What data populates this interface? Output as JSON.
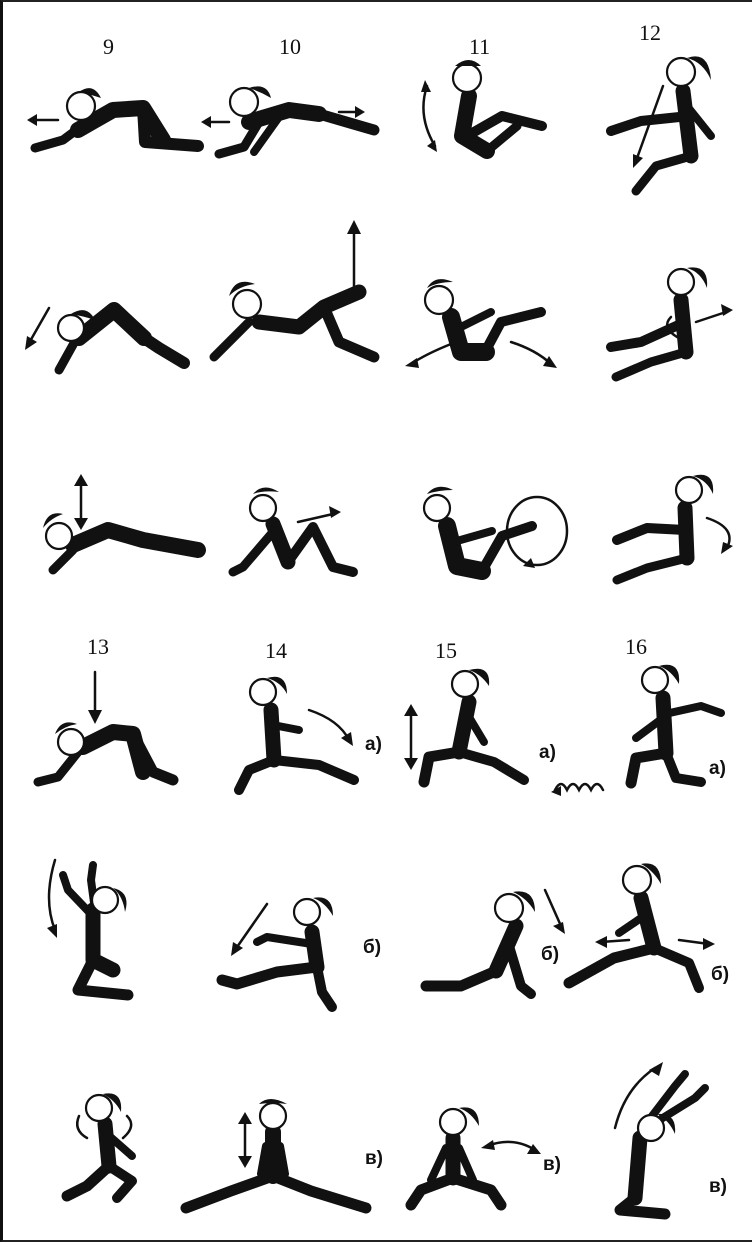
{
  "exercise_numbers": {
    "n9": "9",
    "n10": "10",
    "n11": "11",
    "n12": "12",
    "n13": "13",
    "n14": "14",
    "n15": "15",
    "n16": "16"
  },
  "variant_labels": {
    "ex14_a": "а)",
    "ex14_b": "б)",
    "ex14_c": "в)",
    "ex15_a": "а)",
    "ex15_b": "б)",
    "ex15_c": "в)",
    "ex16_a": "а)",
    "ex16_b": "б)",
    "ex16_c": "в)"
  },
  "colors": {
    "ink": "#111111",
    "paper": "#ffffff"
  },
  "icons": [
    "girl-figure-icon",
    "movement-arrow-icon",
    "rotation-arrow-icon",
    "bounce-arrow-icon"
  ]
}
